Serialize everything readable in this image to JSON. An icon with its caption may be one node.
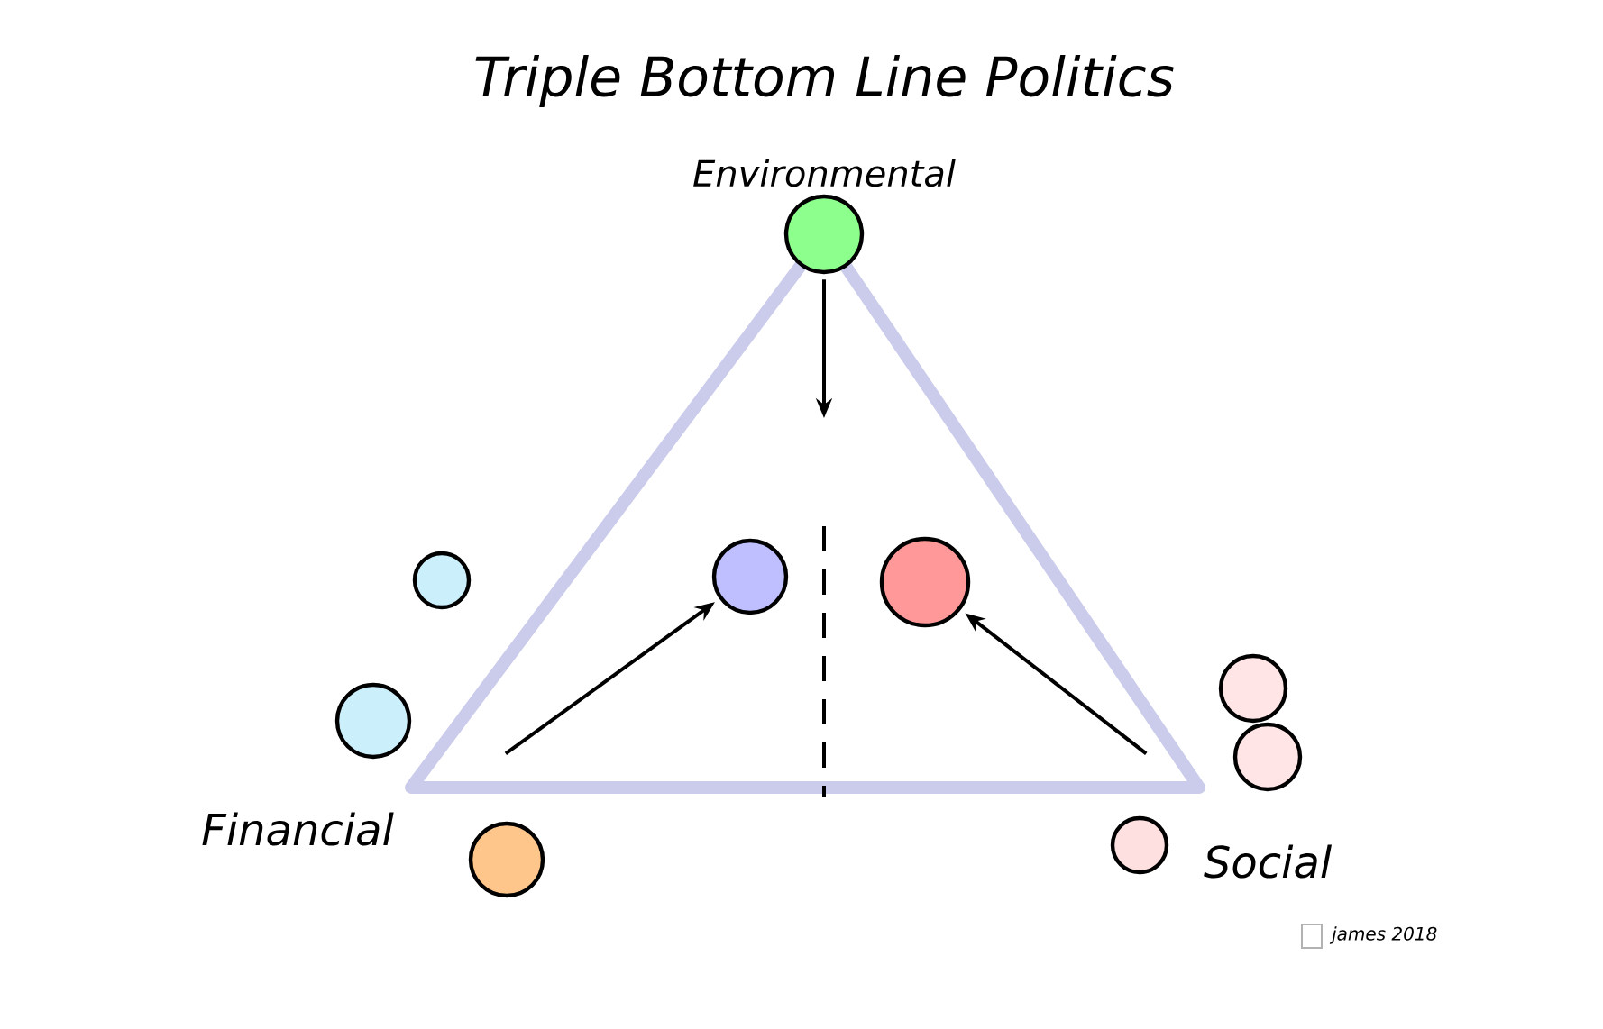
{
  "diagram": {
    "title": "Triple Bottom Line Politics",
    "nodes": [
      {
        "text": [
          "Environmental"
        ]
      },
      {
        "text": [],
        "shape": "circle"
      },
      {
        "text": [],
        "shape": "circle"
      },
      {
        "text": [],
        "shape": "circle"
      },
      {
        "text": [],
        "shape": "circle"
      },
      {
        "text": [],
        "shape": "circle"
      },
      {
        "text": [],
        "shape": "circle"
      },
      {
        "text": [],
        "shape": "circle"
      },
      {
        "text": [],
        "shape": "circle"
      }
    ],
    "edges": [
      {
        "from": 0,
        "to": null,
        "arrow": "to"
      },
      {
        "from": null,
        "to": 2,
        "arrow": "to"
      },
      {
        "from": null,
        "to": 3,
        "arrow": "to"
      }
    ],
    "labels": [
      "Financial",
      "Social",
      "james 2018"
    ]
  }
}
